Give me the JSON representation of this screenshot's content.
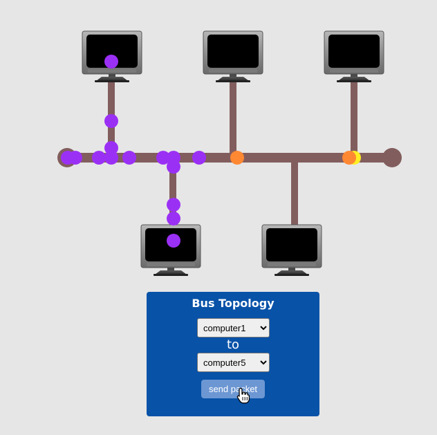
{
  "panel": {
    "title": "Bus Topology",
    "from_selected": "computer1",
    "to_label": "to",
    "to_selected": "computer5",
    "send_label": "send packet"
  },
  "colors": {
    "background": "#e6e6e6",
    "cable": "#825d5d",
    "packet": "#9b30f5",
    "signal_orange": "#ff8833",
    "signal_yellow": "#ffee22",
    "panel": "#0852a8",
    "button": "#6d97d3"
  },
  "icons": {
    "computer": "computer-monitor-icon",
    "cursor": "hand-pointer-icon"
  }
}
